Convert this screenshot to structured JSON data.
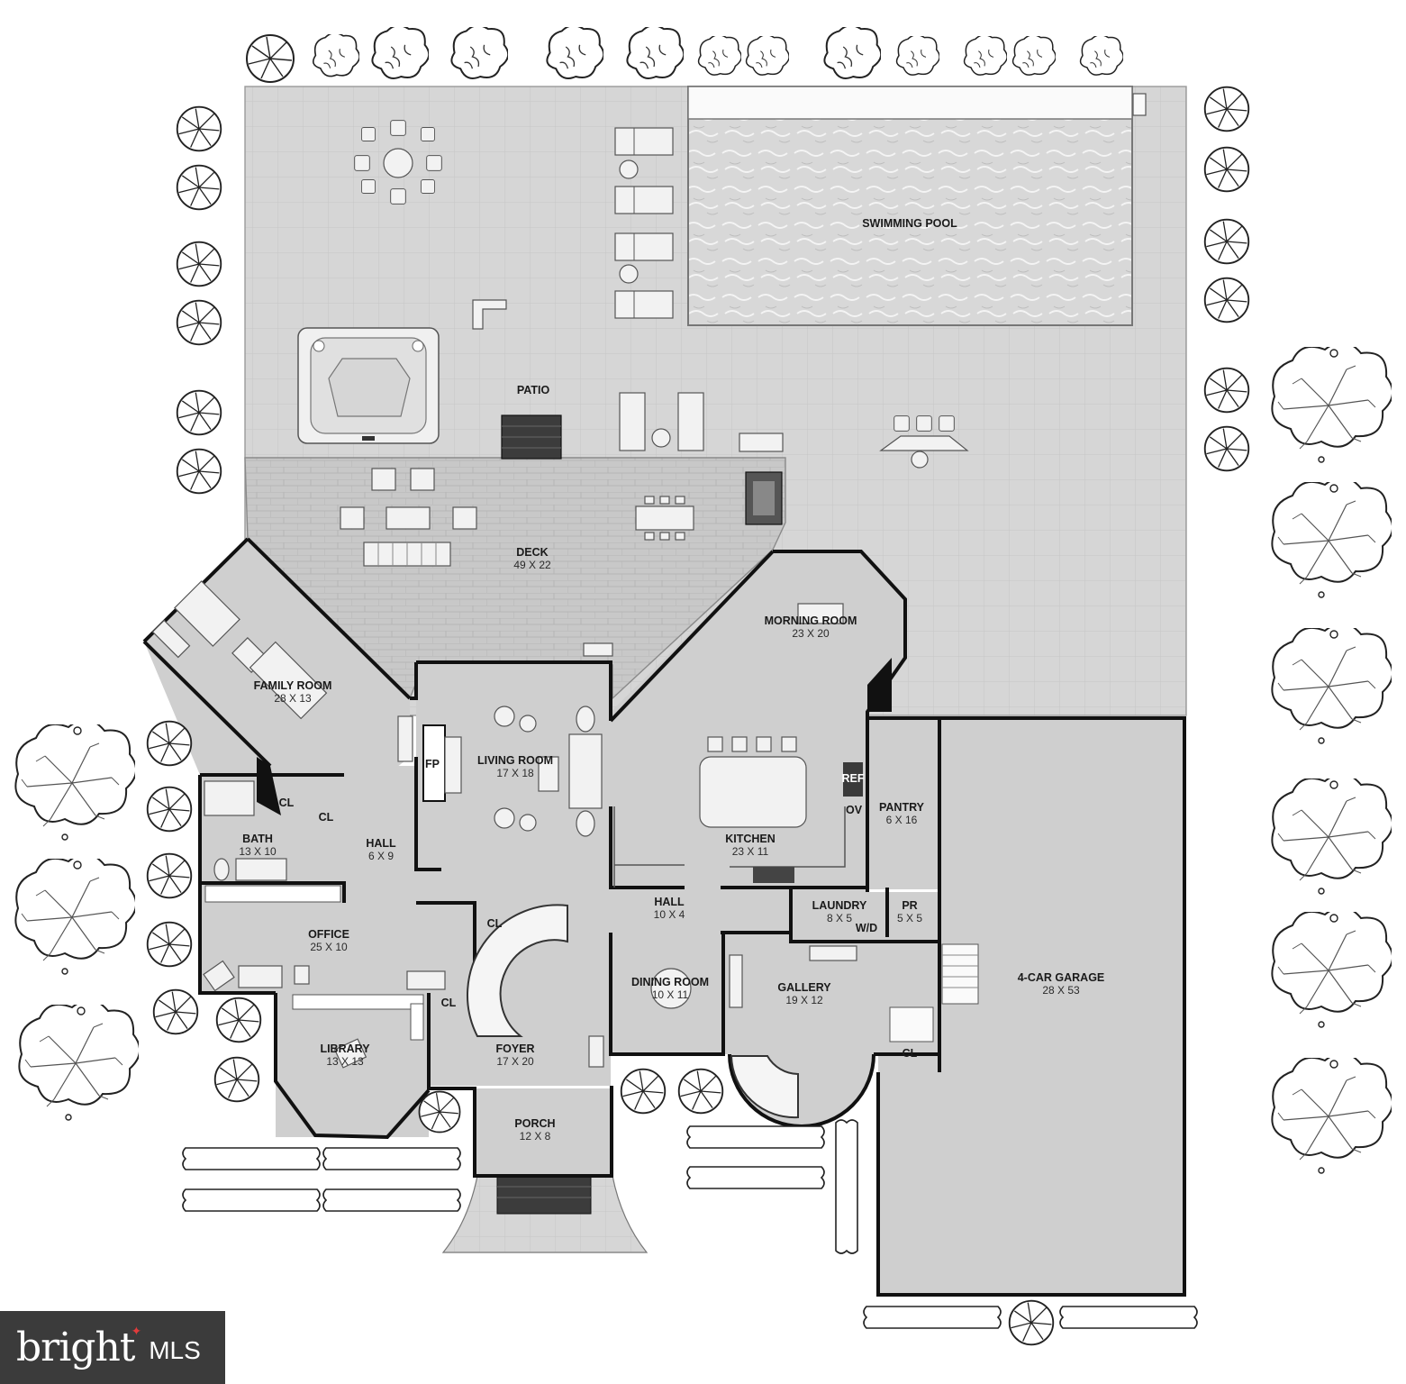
{
  "rooms": [
    {
      "id": "swimming-pool",
      "name": "SWIMMING POOL",
      "dim": ""
    },
    {
      "id": "patio",
      "name": "PATIO",
      "dim": ""
    },
    {
      "id": "deck",
      "name": "DECK",
      "dim": "49 X 22"
    },
    {
      "id": "family-room",
      "name": "FAMILY ROOM",
      "dim": "28 X 13"
    },
    {
      "id": "morning-room",
      "name": "MORNING ROOM",
      "dim": "23 X 20"
    },
    {
      "id": "living-room",
      "name": "LIVING ROOM",
      "dim": "17 X 18"
    },
    {
      "id": "kitchen",
      "name": "KITCHEN",
      "dim": "23 X 11"
    },
    {
      "id": "pantry",
      "name": "PANTRY",
      "dim": "6 X 16"
    },
    {
      "id": "bath",
      "name": "BATH",
      "dim": "13 X 10"
    },
    {
      "id": "hall-west",
      "name": "HALL",
      "dim": "6 X 9"
    },
    {
      "id": "hall-center",
      "name": "HALL",
      "dim": "10 X 4"
    },
    {
      "id": "laundry",
      "name": "LAUNDRY",
      "dim": "8 X 5"
    },
    {
      "id": "powder-room",
      "name": "PR",
      "dim": "5 X 5"
    },
    {
      "id": "office",
      "name": "OFFICE",
      "dim": "25 X 10"
    },
    {
      "id": "dining-room",
      "name": "DINING ROOM",
      "dim": "10 X 11"
    },
    {
      "id": "gallery",
      "name": "GALLERY",
      "dim": "19 X 12"
    },
    {
      "id": "garage",
      "name": "4-CAR GARAGE",
      "dim": "28 X 53"
    },
    {
      "id": "library",
      "name": "LIBRARY",
      "dim": "13 X 13"
    },
    {
      "id": "foyer",
      "name": "FOYER",
      "dim": "17 X 20"
    },
    {
      "id": "porch",
      "name": "PORCH",
      "dim": "12 X 8"
    }
  ],
  "small_labels": [
    {
      "id": "fp",
      "text": "FP"
    },
    {
      "id": "ref",
      "text": "REF"
    },
    {
      "id": "ov",
      "text": "OV"
    },
    {
      "id": "wd",
      "text": "W/D"
    },
    {
      "id": "cl-family",
      "text": "CL"
    },
    {
      "id": "cl-hall",
      "text": "CL"
    },
    {
      "id": "cl-stair",
      "text": "CL"
    },
    {
      "id": "cl-foyer",
      "text": "CL"
    },
    {
      "id": "cl-garage",
      "text": "CL"
    }
  ],
  "logo": {
    "word": "bright",
    "suffix": "MLS"
  }
}
